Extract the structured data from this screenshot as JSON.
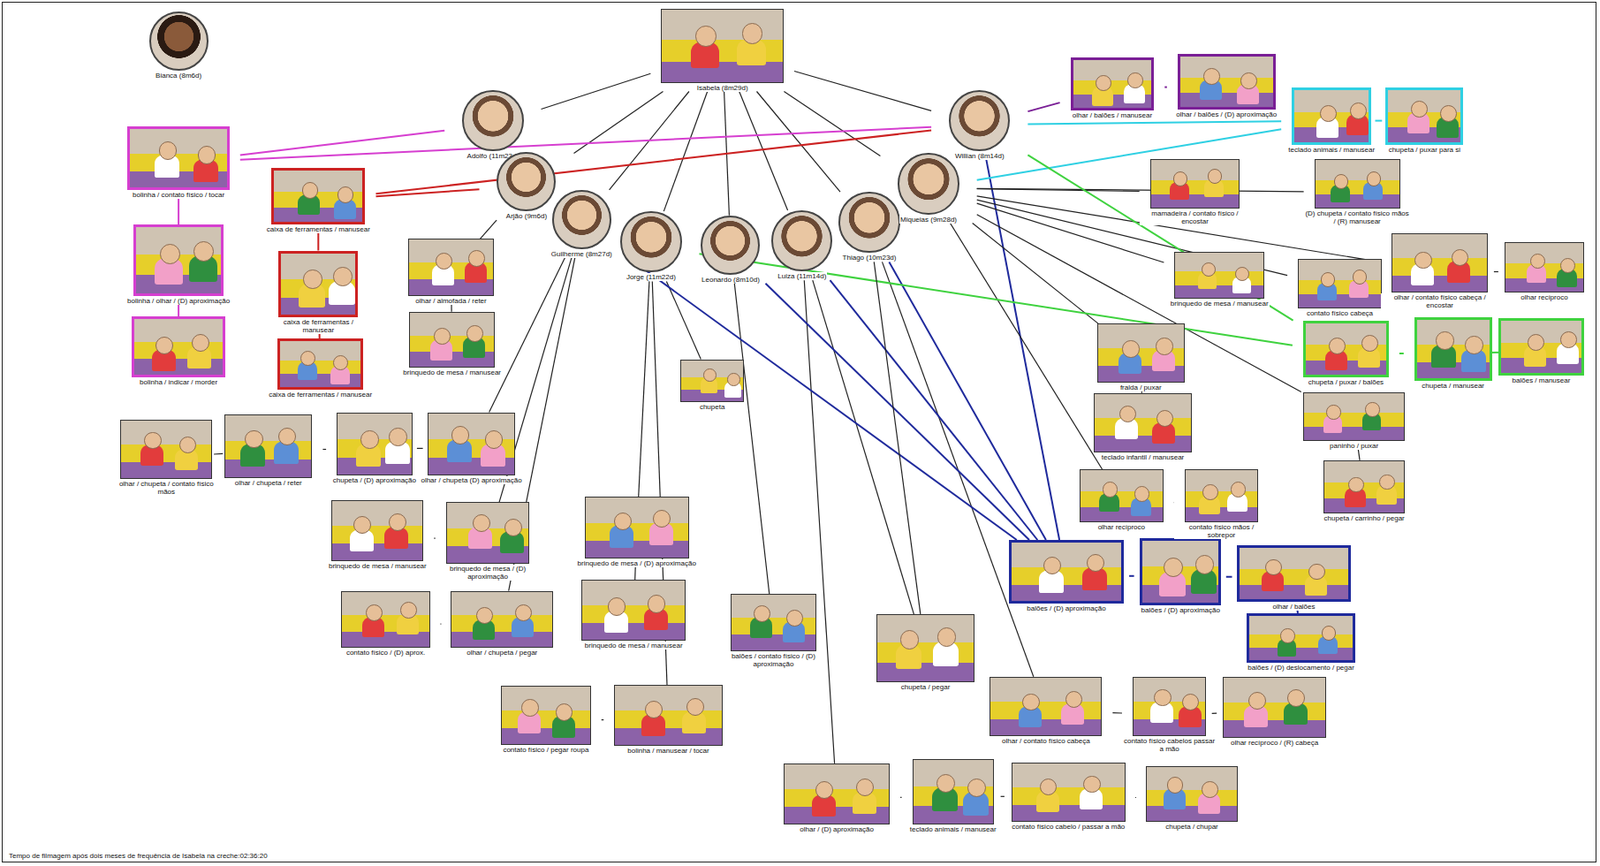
{
  "diagram": {
    "nodes": [
      {
        "text": [
          "Bianca (8m6d)"
        ]
      },
      {
        "text": [
          "Isabela (8m29d)"
        ]
      },
      {
        "text": [
          "Adolfo (11m23d)"
        ]
      },
      {
        "text": [
          "Arjão (9m6d)"
        ]
      },
      {
        "text": [
          "Guilherme (8m27d)"
        ]
      },
      {
        "text": [
          "Jorge (11m22d)"
        ]
      },
      {
        "text": [
          "Leonardo (8m10d)"
        ]
      },
      {
        "text": [
          "Luiza (11m14d)"
        ]
      },
      {
        "text": [
          "Thiago (10m23d)"
        ]
      },
      {
        "text": [
          "Miqueias (9m28d)"
        ]
      },
      {
        "text": [
          "Willian (8m14d)"
        ]
      },
      {
        "text": [
          "bolinha / contato físico / tocar"
        ]
      },
      {
        "text": [
          "bolinha / olhar / (D) aproximação"
        ]
      },
      {
        "text": [
          "bolinha / indicar / morder"
        ]
      },
      {
        "text": [
          "caixa de ferramentas / manusear"
        ]
      },
      {
        "text": [
          "caixa de ferramentas / manusear"
        ]
      },
      {
        "text": [
          "caixa de ferramentas / manusear"
        ]
      },
      {
        "text": [
          "olhar / almofada / reter"
        ]
      },
      {
        "text": [
          "brinquedo de mesa / manusear"
        ]
      },
      {
        "text": [
          "olhar / chupeta / contato físico mãos"
        ]
      },
      {
        "text": [
          "olhar / chupeta / reter"
        ]
      },
      {
        "text": [
          "chupeta / (D) aproximação"
        ]
      },
      {
        "text": [
          "olhar / chupeta (D) aproximação"
        ]
      },
      {
        "text": [
          "brinquedo de mesa / manusear"
        ]
      },
      {
        "text": [
          "brinquedo de mesa / (D) aproximação"
        ]
      },
      {
        "text": [
          "contato físico / (D) aprox."
        ]
      },
      {
        "text": [
          "olhar / chupeta / pegar"
        ]
      },
      {
        "text": [
          "chupeta"
        ]
      },
      {
        "text": [
          "brinquedo de mesa / (D) aproximação"
        ]
      },
      {
        "text": [
          "brinquedo de mesa / manusear"
        ]
      },
      {
        "text": [
          "contato físico / pegar roupa"
        ]
      },
      {
        "text": [
          "bolinha / manusear / tocar"
        ]
      },
      {
        "text": [
          "balões / contato físico / (D) aproximação"
        ]
      },
      {
        "text": [
          "chupeta / pegar"
        ]
      },
      {
        "text": [
          "olhar / contato físico cabeça"
        ]
      },
      {
        "text": [
          "contato físico cabelos passar a mão"
        ]
      },
      {
        "text": [
          "olhar recíproco / (R) cabeça"
        ]
      },
      {
        "text": [
          "olhar / (D) aproximação"
        ]
      },
      {
        "text": [
          "teclado animais / manusear"
        ]
      },
      {
        "text": [
          "contato físico cabelo / passar a mão"
        ]
      },
      {
        "text": [
          "chupeta / chupar"
        ]
      },
      {
        "text": [
          "balões / (D) aproximação"
        ]
      },
      {
        "text": [
          "balões / (D) aproximação"
        ]
      },
      {
        "text": [
          "olhar / balões"
        ]
      },
      {
        "text": [
          "balões / (D) deslocamento / pegar"
        ]
      },
      {
        "text": [
          "olhar / balões / manusear"
        ]
      },
      {
        "text": [
          "olhar / balões / (D) aproximação"
        ]
      },
      {
        "text": [
          "teclado animais / manusear"
        ]
      },
      {
        "text": [
          "chupeta / puxar para si"
        ]
      },
      {
        "text": [
          "mamadeira / contato físico / encostar"
        ]
      },
      {
        "text": [
          "(D) chupeta / contato físico mãos / (R) manusear"
        ]
      },
      {
        "text": [
          "brinquedo de mesa / manusear"
        ]
      },
      {
        "text": [
          "contato físico cabeça"
        ]
      },
      {
        "text": [
          "olhar / contato físico cabeça / encostar"
        ]
      },
      {
        "text": [
          "olhar recíproco"
        ]
      },
      {
        "text": [
          "chupeta / puxar / balões"
        ]
      },
      {
        "text": [
          "chupeta / manusear"
        ]
      },
      {
        "text": [
          "balões / manusear"
        ]
      },
      {
        "text": [
          "fralda / puxar"
        ]
      },
      {
        "text": [
          "teclado infantil / manusear"
        ]
      },
      {
        "text": [
          "paninho / puxar"
        ]
      },
      {
        "text": [
          "chupeta / carrinho / pegar"
        ]
      },
      {
        "text": [
          "olhar recíproco"
        ]
      },
      {
        "text": [
          "contato físico mãos / sobrepor"
        ]
      }
    ],
    "edges": [
      {
        "from": 1,
        "to": 2,
        "arrow": "none"
      },
      {
        "from": 1,
        "to": 3,
        "arrow": "none"
      },
      {
        "from": 1,
        "to": 4,
        "arrow": "none"
      },
      {
        "from": 1,
        "to": 5,
        "arrow": "none"
      },
      {
        "from": 1,
        "to": 6,
        "arrow": "none"
      },
      {
        "from": 1,
        "to": 7,
        "arrow": "none"
      },
      {
        "from": 1,
        "to": 8,
        "arrow": "none"
      },
      {
        "from": 1,
        "to": 9,
        "arrow": "none"
      },
      {
        "from": 1,
        "to": 10,
        "arrow": "none"
      },
      {
        "from": 2,
        "to": 11,
        "arrow": "none"
      },
      {
        "from": 10,
        "to": 11,
        "arrow": "none"
      },
      {
        "from": 11,
        "to": 12,
        "arrow": "none"
      },
      {
        "from": 12,
        "to": 13,
        "arrow": "none"
      },
      {
        "from": 3,
        "to": 14,
        "arrow": "none"
      },
      {
        "from": 10,
        "to": 14,
        "arrow": "none"
      },
      {
        "from": 14,
        "to": 15,
        "arrow": "none"
      },
      {
        "from": 15,
        "to": 16,
        "arrow": "none"
      },
      {
        "from": 3,
        "to": 17,
        "arrow": "none"
      },
      {
        "from": 17,
        "to": 18,
        "arrow": "none"
      },
      {
        "from": 4,
        "to": 22,
        "arrow": "none"
      },
      {
        "from": 19,
        "to": 20,
        "arrow": "none"
      },
      {
        "from": 20,
        "to": 21,
        "arrow": "none"
      },
      {
        "from": 21,
        "to": 22,
        "arrow": "none"
      },
      {
        "from": 4,
        "to": 24,
        "arrow": "none"
      },
      {
        "from": 23,
        "to": 24,
        "arrow": "none"
      },
      {
        "from": 4,
        "to": 26,
        "arrow": "none"
      },
      {
        "from": 25,
        "to": 26,
        "arrow": "none"
      },
      {
        "from": 5,
        "to": 27,
        "arrow": "none"
      },
      {
        "from": 5,
        "to": 28,
        "arrow": "none"
      },
      {
        "from": 28,
        "to": 29,
        "arrow": "none"
      },
      {
        "from": 5,
        "to": 31,
        "arrow": "none"
      },
      {
        "from": 30,
        "to": 31,
        "arrow": "none"
      },
      {
        "from": 6,
        "to": 32,
        "arrow": "none"
      },
      {
        "from": 7,
        "to": 37,
        "arrow": "none"
      },
      {
        "from": 7,
        "to": 33,
        "arrow": "none"
      },
      {
        "from": 8,
        "to": 34,
        "arrow": "none"
      },
      {
        "from": 34,
        "to": 35,
        "arrow": "none"
      },
      {
        "from": 35,
        "to": 36,
        "arrow": "none"
      },
      {
        "from": 37,
        "to": 38,
        "arrow": "none"
      },
      {
        "from": 38,
        "to": 39,
        "arrow": "none"
      },
      {
        "from": 39,
        "to": 40,
        "arrow": "none"
      },
      {
        "from": 4,
        "to": 41,
        "arrow": "none"
      },
      {
        "from": 6,
        "to": 41,
        "arrow": "none"
      },
      {
        "from": 7,
        "to": 41,
        "arrow": "none"
      },
      {
        "from": 8,
        "to": 41,
        "arrow": "none"
      },
      {
        "from": 10,
        "to": 41,
        "arrow": "none"
      },
      {
        "from": 41,
        "to": 42,
        "arrow": "none"
      },
      {
        "from": 42,
        "to": 43,
        "arrow": "none"
      },
      {
        "from": 43,
        "to": 44,
        "arrow": "none"
      },
      {
        "from": 10,
        "to": 45,
        "arrow": "none"
      },
      {
        "from": 45,
        "to": 46,
        "arrow": "none"
      },
      {
        "from": 10,
        "to": 47,
        "arrow": "none"
      },
      {
        "from": 9,
        "to": 47,
        "arrow": "none"
      },
      {
        "from": 47,
        "to": 48,
        "arrow": "none"
      },
      {
        "from": 9,
        "to": 49,
        "arrow": "none"
      },
      {
        "from": 9,
        "to": 50,
        "arrow": "none"
      },
      {
        "from": 9,
        "to": 51,
        "arrow": "none"
      },
      {
        "from": 9,
        "to": 52,
        "arrow": "none"
      },
      {
        "from": 9,
        "to": 53,
        "arrow": "none"
      },
      {
        "from": 53,
        "to": 54,
        "arrow": "none"
      },
      {
        "from": 9,
        "to": 58,
        "arrow": "none"
      },
      {
        "from": 58,
        "to": 59,
        "arrow": "none"
      },
      {
        "from": 9,
        "to": 60,
        "arrow": "none"
      },
      {
        "from": 60,
        "to": 61,
        "arrow": "none"
      },
      {
        "from": 9,
        "to": 62,
        "arrow": "none"
      },
      {
        "from": 62,
        "to": 63,
        "arrow": "none"
      },
      {
        "from": 10,
        "to": 55,
        "arrow": "none"
      },
      {
        "from": 5,
        "to": 55,
        "arrow": "none"
      },
      {
        "from": 55,
        "to": 56,
        "arrow": "none"
      },
      {
        "from": 56,
        "to": 57,
        "arrow": "none"
      },
      {
        "from": 8,
        "to": 33,
        "arrow": "none"
      }
    ],
    "labels": [
      "Tempo de filmagem após dois meses de frequência de Isabela na creche:02:36:20"
    ]
  }
}
